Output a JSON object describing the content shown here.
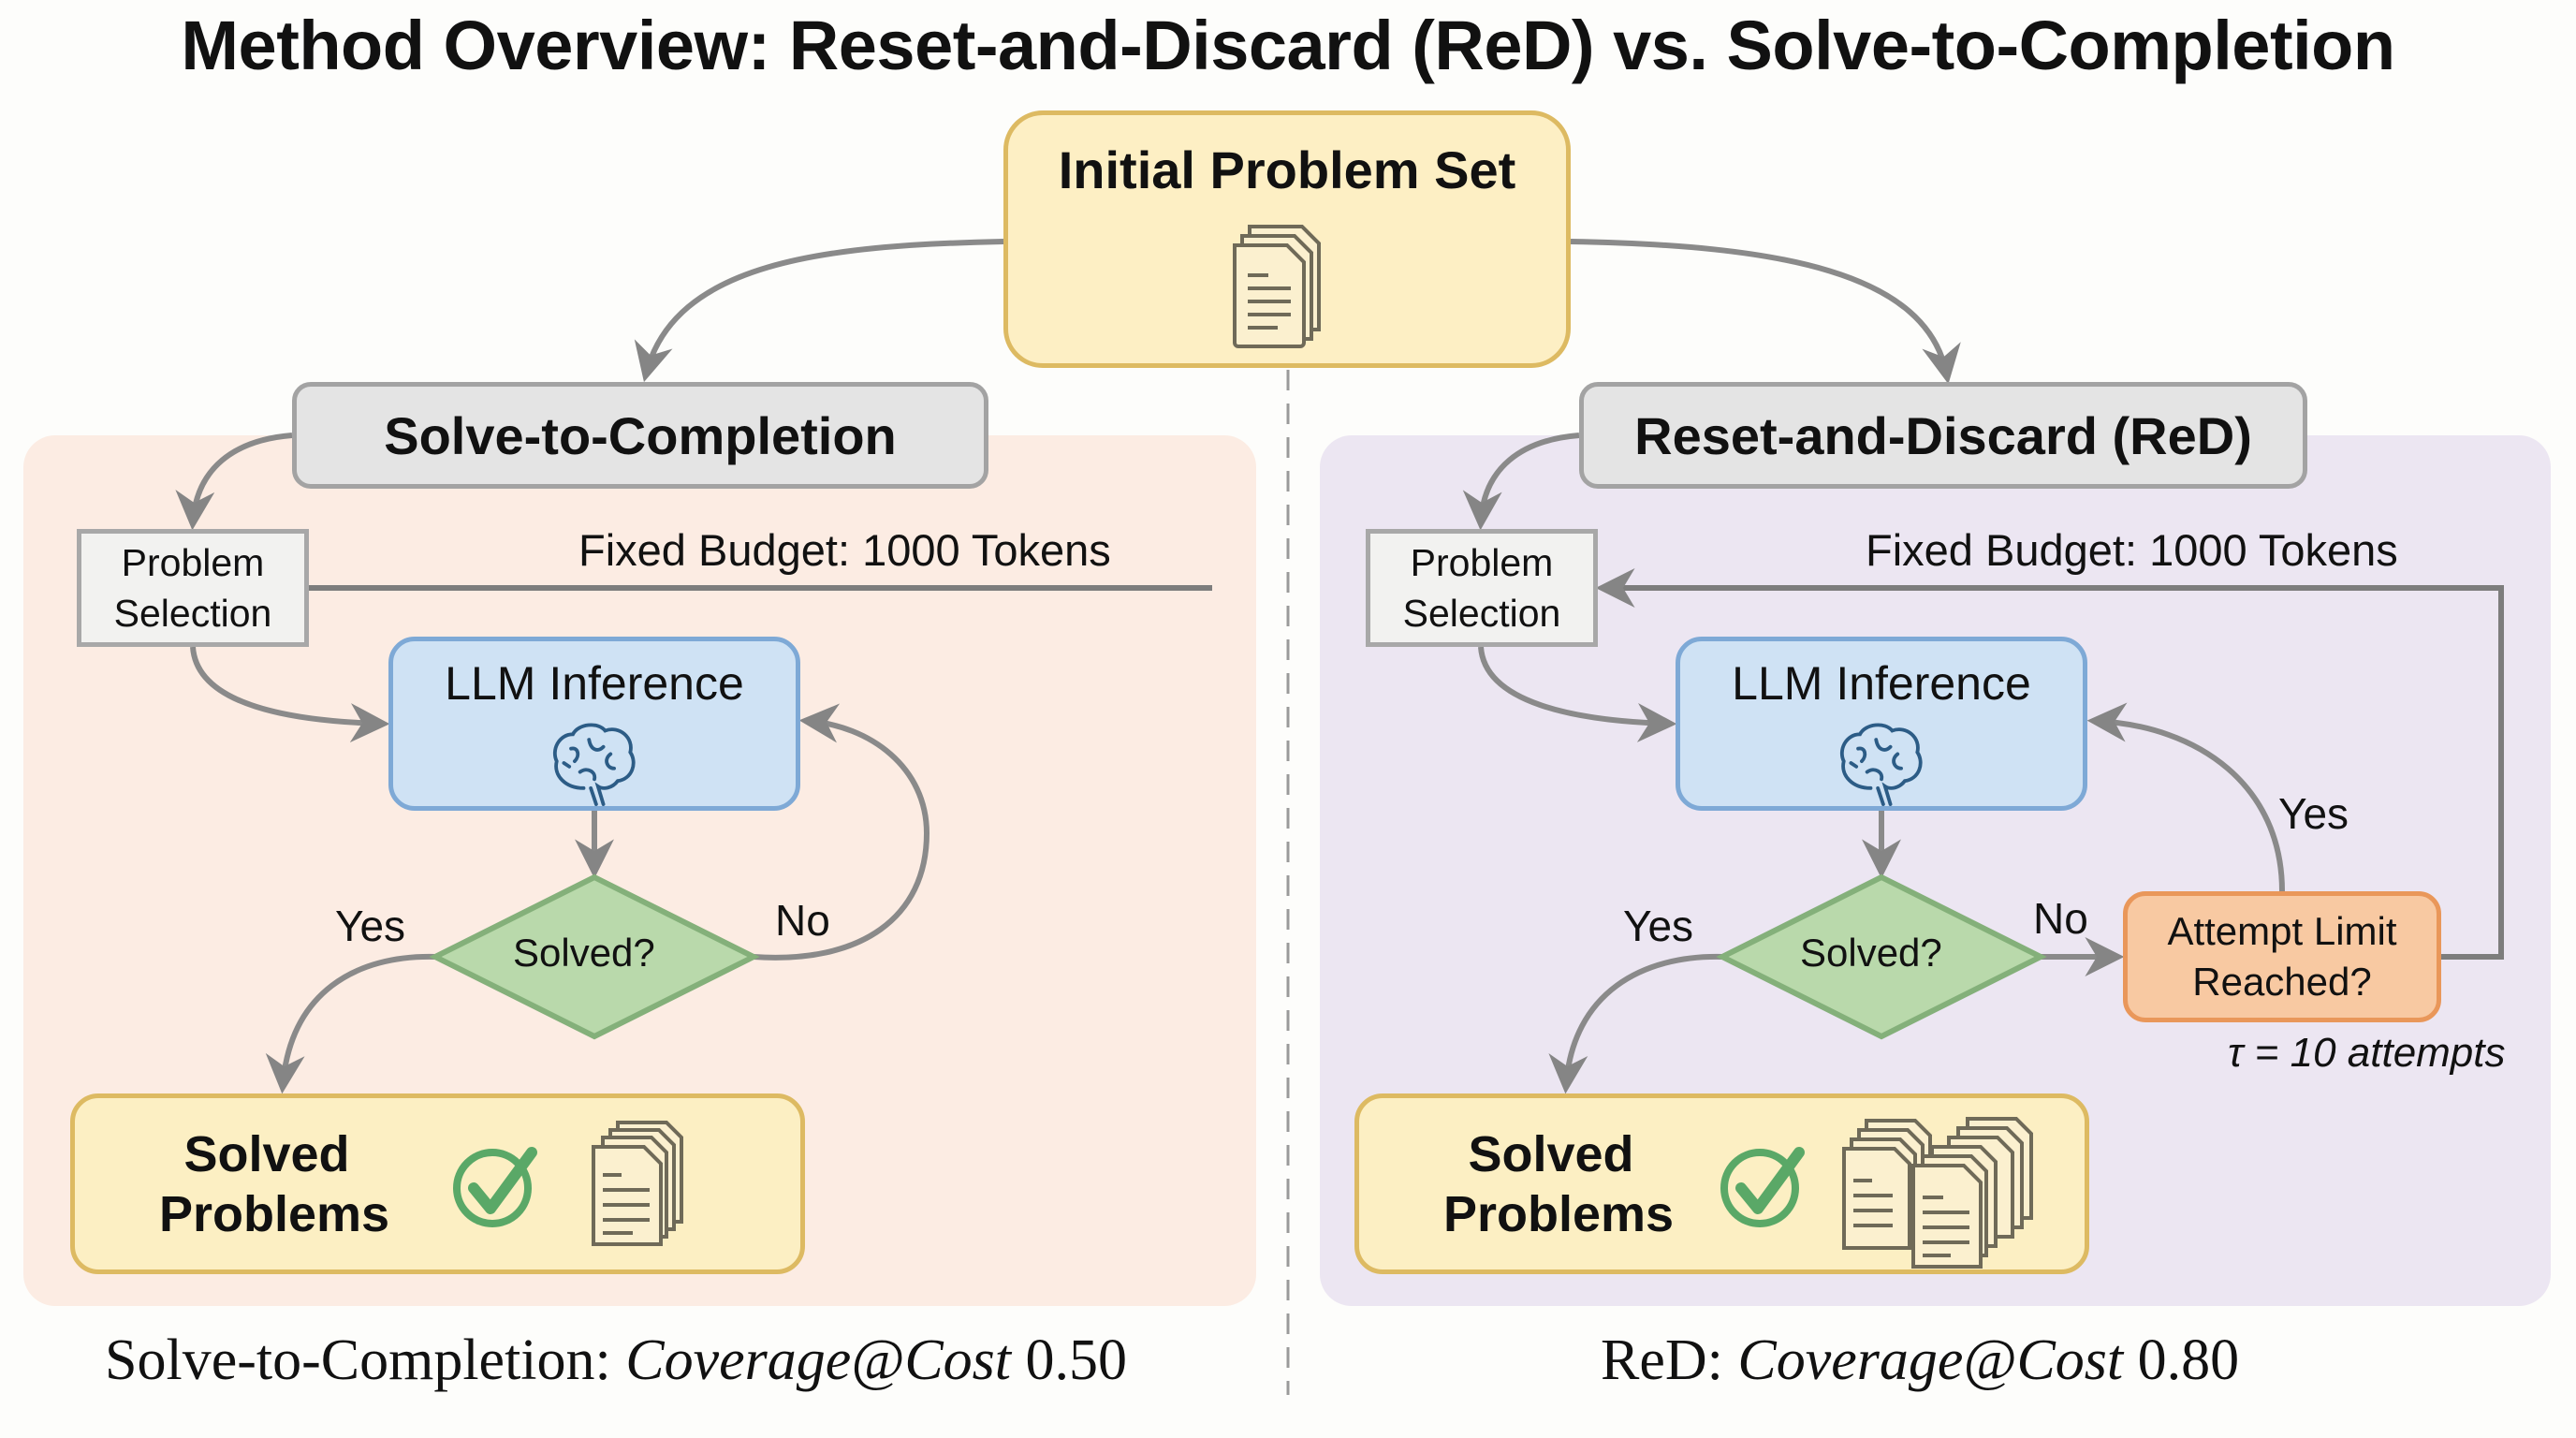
{
  "title": "Method Overview: Reset-and-Discard (ReD) vs. Solve-to-Completion",
  "initial_box": {
    "label": "Initial Problem Set",
    "icon": "document-stack-icon"
  },
  "left": {
    "method_label": "Solve-to-Completion",
    "selection_line1": "Problem",
    "selection_line2": "Selection",
    "budget": "Fixed Budget: 1000 Tokens",
    "llm_label": "LLM Inference",
    "llm_icon": "brain-icon",
    "decision": "Solved?",
    "yes_label": "Yes",
    "no_label": "No",
    "solved_line1": "Solved",
    "solved_line2": "Problems",
    "caption_prefix": "Solve-to-Completion: ",
    "caption_metric": "Coverage@Cost",
    "caption_value": " 0.50"
  },
  "right": {
    "method_label": "Reset-and-Discard (ReD)",
    "selection_line1": "Problem",
    "selection_line2": "Selection",
    "budget": "Fixed Budget: 1000 Tokens",
    "llm_label": "LLM Inference",
    "llm_icon": "brain-icon",
    "decision": "Solved?",
    "yes_label": "Yes",
    "no_label": "No",
    "attempt_line1": "Attempt Limit",
    "attempt_line2": "Reached?",
    "attempt_yes_label": "Yes",
    "tau_note": "τ = 10 attempts",
    "solved_line1": "Solved",
    "solved_line2": "Problems",
    "caption_prefix": "ReD: ",
    "caption_metric": "Coverage@Cost",
    "caption_value": " 0.80"
  },
  "colors": {
    "left_panel": "#fcece3",
    "right_panel": "#ece6f2",
    "yellow_box": "#fdefc4",
    "blue_box": "#cfe2f4",
    "green_diamond": "#b9d9ab",
    "orange_box": "#f8c9a2",
    "check": "#5aa867"
  }
}
